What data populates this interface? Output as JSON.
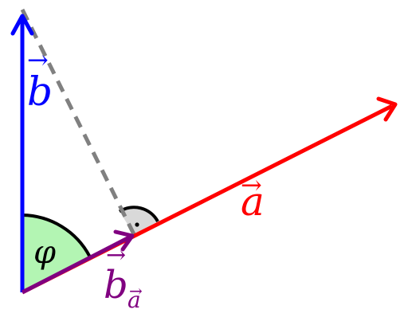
{
  "vector_a": {
    "label": "a",
    "arrow_symbol": "→",
    "color": "#ff0000"
  },
  "vector_b": {
    "label": "b",
    "arrow_symbol": "→",
    "color": "#0000ff"
  },
  "projection": {
    "label": "b",
    "subscript": "a",
    "arrow_symbol": "→",
    "color": "#800080"
  },
  "angle": {
    "label": "φ",
    "fill_color": "#b3f5b3"
  },
  "right_angle_marker": {
    "fill_color": "#d9d9d9"
  },
  "dashed_line": {
    "color": "#808080"
  }
}
